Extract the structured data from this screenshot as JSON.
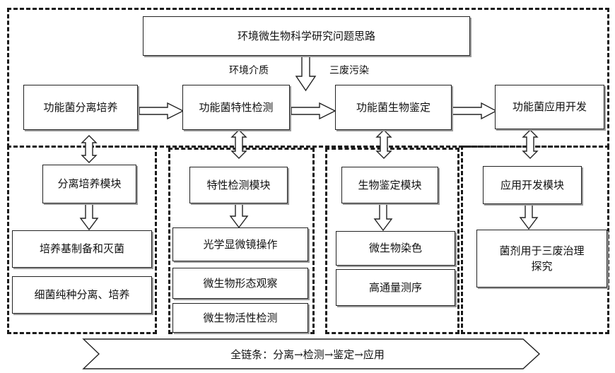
{
  "title": "环境微生物科学研究问题思路",
  "inputs": {
    "left": "环境介质",
    "right": "三废污染"
  },
  "stages": [
    "功能菌分离培养",
    "功能菌特性检测",
    "功能菌生物鉴定",
    "功能菌应用开发"
  ],
  "modules": {
    "isolation": {
      "title": "分离培养模块",
      "items": [
        "培养基制备和灭菌",
        "细菌纯种分离、培养"
      ]
    },
    "detection": {
      "title": "特性检测模块",
      "items": [
        "光学显微镜操作",
        "微生物形态观察",
        "微生物活性检测"
      ]
    },
    "identification": {
      "title": "生物鉴定模块",
      "items": [
        "微生物染色",
        "高通量测序"
      ]
    },
    "application": {
      "title": "应用开发模块",
      "items": [
        "菌剂用于三废治理探究"
      ]
    }
  },
  "banner": "全链条：分离→检测→鉴定→应用"
}
